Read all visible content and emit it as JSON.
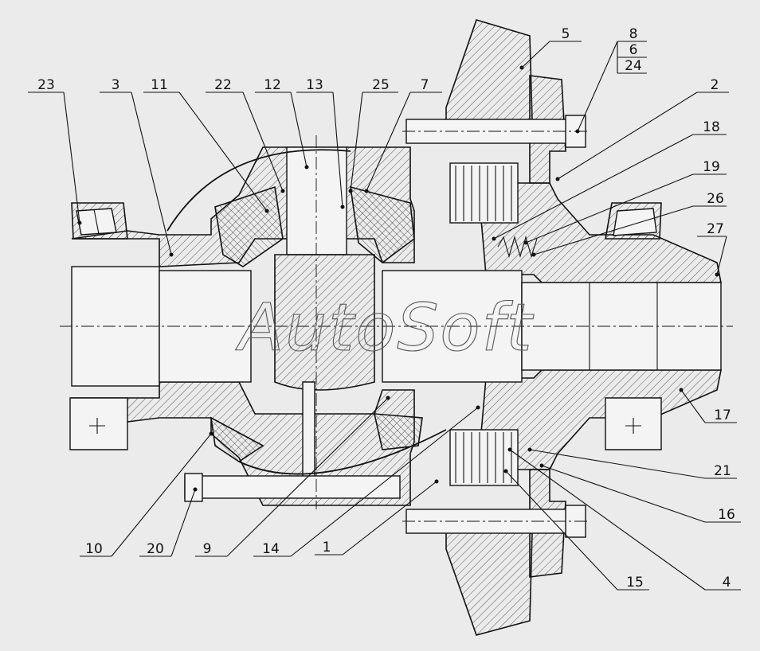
{
  "watermark": "AutoSoft",
  "labels": [
    {
      "id": "23",
      "text": "23"
    },
    {
      "id": "3",
      "text": "3"
    },
    {
      "id": "11",
      "text": "11"
    },
    {
      "id": "22",
      "text": "22"
    },
    {
      "id": "12",
      "text": "12"
    },
    {
      "id": "13",
      "text": "13"
    },
    {
      "id": "25",
      "text": "25"
    },
    {
      "id": "7",
      "text": "7"
    },
    {
      "id": "5",
      "text": "5"
    },
    {
      "id": "8",
      "text": "8"
    },
    {
      "id": "6",
      "text": "6"
    },
    {
      "id": "24",
      "text": "24"
    },
    {
      "id": "2",
      "text": "2"
    },
    {
      "id": "18",
      "text": "18"
    },
    {
      "id": "19",
      "text": "19"
    },
    {
      "id": "26",
      "text": "26"
    },
    {
      "id": "27",
      "text": "27"
    },
    {
      "id": "17",
      "text": "17"
    },
    {
      "id": "21",
      "text": "21"
    },
    {
      "id": "16",
      "text": "16"
    },
    {
      "id": "4",
      "text": "4"
    },
    {
      "id": "15",
      "text": "15"
    },
    {
      "id": "1",
      "text": "1"
    },
    {
      "id": "14",
      "text": "14"
    },
    {
      "id": "9",
      "text": "9"
    },
    {
      "id": "20",
      "text": "20"
    },
    {
      "id": "10",
      "text": "10"
    }
  ],
  "colors": {
    "background": "#ebebeb",
    "ink": "#111111"
  }
}
